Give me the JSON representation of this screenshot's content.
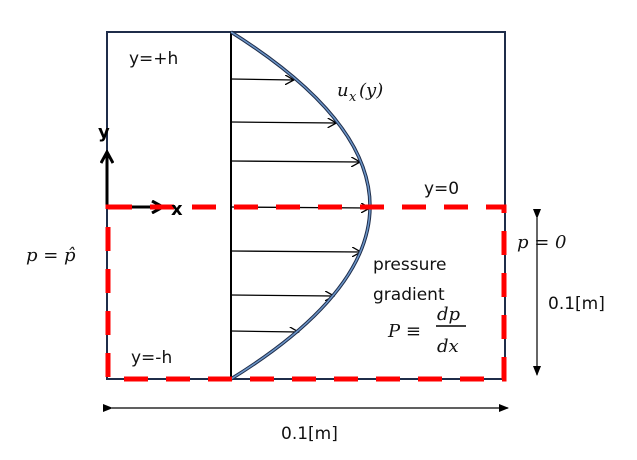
{
  "labels": {
    "y_top": "y=+h",
    "y_mid": "y=0",
    "y_bottom": "y=-h",
    "axis_x": "x",
    "axis_y": "y",
    "velocity": "u",
    "velocity_sub": "x",
    "velocity_arg": "(y)",
    "inlet_pressure": "p = p̂",
    "outlet_pressure": "p = 0",
    "pressure_line1": "pressure",
    "pressure_line2": "gradient",
    "gradient_lhs": "P ≡",
    "gradient_num": "dp",
    "gradient_den": "dx",
    "height_dim": "0.1[m]",
    "width_dim": "0.1[m]"
  },
  "colors": {
    "frame": "#1f2d4a",
    "dashed": "#ff0000",
    "profile": "#4a74a8",
    "arrow": "#000000"
  }
}
